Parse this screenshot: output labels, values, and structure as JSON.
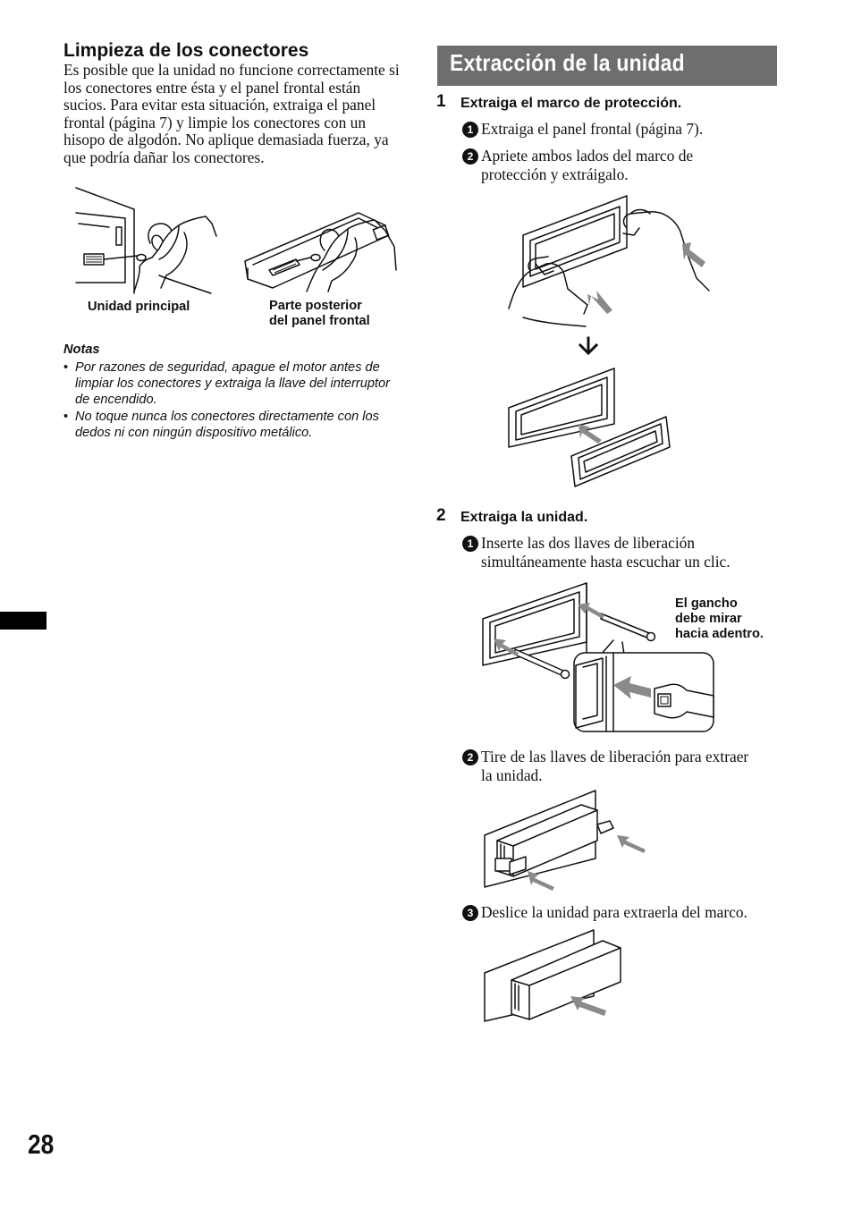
{
  "left": {
    "heading": "Limpieza de los conectores",
    "body": "Es posible que la unidad no funcione correctamente si los conectores entre ésta y el panel frontal están sucios. Para evitar esta situación, extraiga el panel frontal (página 7) y limpie los conectores con un hisopo de algodón. No aplique demasiada fuerza, ya que podría dañar los conectores.",
    "caption_main_unit": "Unidad principal",
    "caption_back_line1": "Parte posterior",
    "caption_back_line2": "del panel frontal",
    "notes_title": "Notas",
    "notes": [
      "Por razones de seguridad, apague el motor antes de limpiar los conectores y extraiga la llave del interruptor de encendido.",
      "No toque nunca los conectores directamente con los dedos ni con ningún dispositivo metálico."
    ]
  },
  "right": {
    "section_title": "Extracción de la unidad",
    "steps": [
      {
        "number": "1",
        "title": "Extraiga el marco de protección.",
        "substeps": [
          {
            "marker": "1",
            "text": "Extraiga el panel frontal (página 7)."
          },
          {
            "marker": "2",
            "text_line1": "Apriete ambos lados del marco de",
            "text_line2": "protección y extráigalo."
          }
        ]
      },
      {
        "number": "2",
        "title": "Extraiga la unidad.",
        "substeps": [
          {
            "marker": "1",
            "text_line1": "Inserte las dos llaves de liberación",
            "text_line2": "simultáneamente hasta escuchar un clic."
          },
          {
            "marker": "2",
            "text_line1": "Tire de las llaves de liberación para extraer",
            "text_line2": "la unidad."
          },
          {
            "marker": "3",
            "text": "Deslice la unidad para extraerla del marco."
          }
        ]
      }
    ],
    "hook_note_line1": "El gancho",
    "hook_note_line2": "debe mirar",
    "hook_note_line3": "hacia adentro."
  },
  "page_number": "28"
}
